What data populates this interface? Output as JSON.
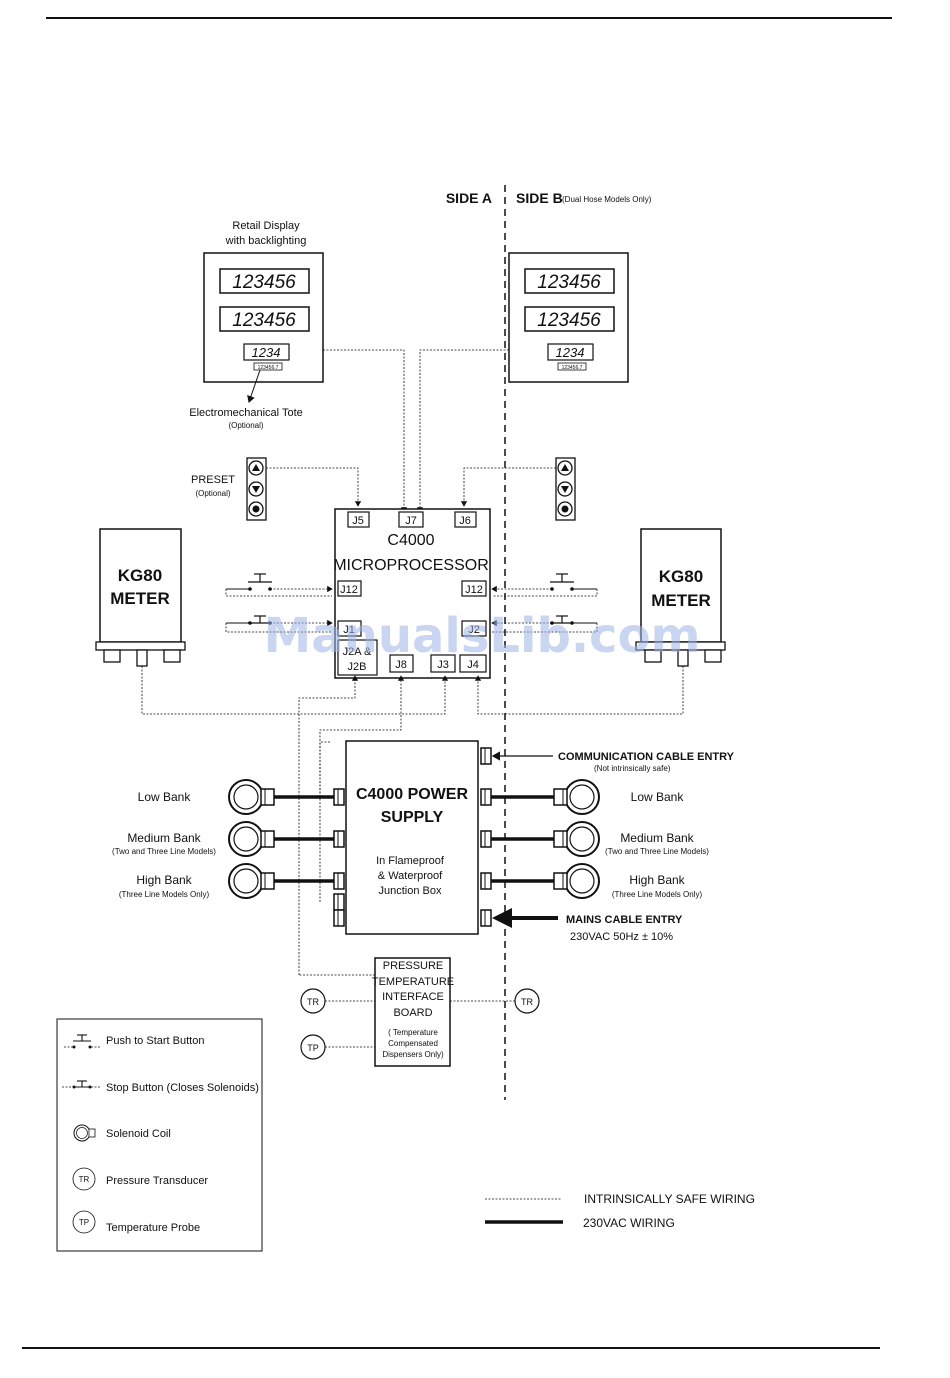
{
  "side_a": "SIDE A",
  "side_b": "SIDE B",
  "side_b_note": "(Dual Hose Models Only)",
  "retail_display": {
    "line1": "Retail Display",
    "line2": "with backlighting"
  },
  "display_digits": {
    "main": "123456",
    "tote": "1234",
    "tote_small": "123456.7"
  },
  "tote_label": {
    "line1": "Electromechanical Tote",
    "line2": "(Optional)"
  },
  "preset_label": {
    "line1": "PRESET",
    "line2": "(Optional)"
  },
  "kg80_left": {
    "line1": "KG80",
    "line2": "METER"
  },
  "kg80_right": {
    "line1": "KG80",
    "line2": "METER"
  },
  "micro": {
    "title1": "C4000",
    "title2": "MICROPROCESSOR",
    "j5": "J5",
    "j7": "J7",
    "j6": "J6",
    "j12_left": "J12",
    "j12_right": "J12",
    "j1_left": "J1",
    "j1_right": "J2",
    "j2a": "J2A &",
    "j2b": "J2B",
    "j8": "J8",
    "j3": "J3",
    "j4": "J4"
  },
  "power_supply": {
    "title1": "C4000 POWER",
    "title2": "SUPPLY",
    "sub1": "In Flameproof",
    "sub2": "& Waterproof",
    "sub3": "Junction Box"
  },
  "comm_entry": {
    "line1": "COMMUNICATION CABLE ENTRY",
    "line2": "(Not intrinsically safe)"
  },
  "mains_entry": {
    "line1": "MAINS CABLE ENTRY",
    "line2": "230VAC 50Hz ± 10%"
  },
  "banks_left": [
    {
      "name": "Low Bank",
      "note": ""
    },
    {
      "name": "Medium Bank",
      "note": "(Two and Three Line Models)"
    },
    {
      "name": "High Bank",
      "note": "(Three Line Models Only)"
    }
  ],
  "banks_right": [
    {
      "name": "Low Bank",
      "note": ""
    },
    {
      "name": "Medium Bank",
      "note": "(Two and Three Line Models)"
    },
    {
      "name": "High Bank",
      "note": "(Three Line Models Only)"
    }
  ],
  "pt_board": {
    "l1": "PRESSURE",
    "l2": "TEMPERATURE",
    "l3": "INTERFACE",
    "l4": "BOARD",
    "n1": "( Temperature",
    "n2": "Compensated",
    "n3": "Dispensers Only)"
  },
  "sensor_labels": {
    "tr": "TR",
    "tp": "TP"
  },
  "legend": [
    {
      "icon": "push-to-start-icon",
      "label": "Push to Start Button"
    },
    {
      "icon": "stop-button-icon",
      "label": "Stop Button (Closes Solenoids)"
    },
    {
      "icon": "solenoid-coil-icon",
      "label": "Solenoid Coil"
    },
    {
      "icon": "pressure-transducer-icon",
      "label": "Pressure Transducer"
    },
    {
      "icon": "temperature-probe-icon",
      "label": "Temperature Probe"
    }
  ],
  "wiring_legend": {
    "intrinsic": "INTRINSICALLY SAFE WIRING",
    "ac": "230VAC WIRING"
  },
  "watermark": "ManualsLib.com"
}
